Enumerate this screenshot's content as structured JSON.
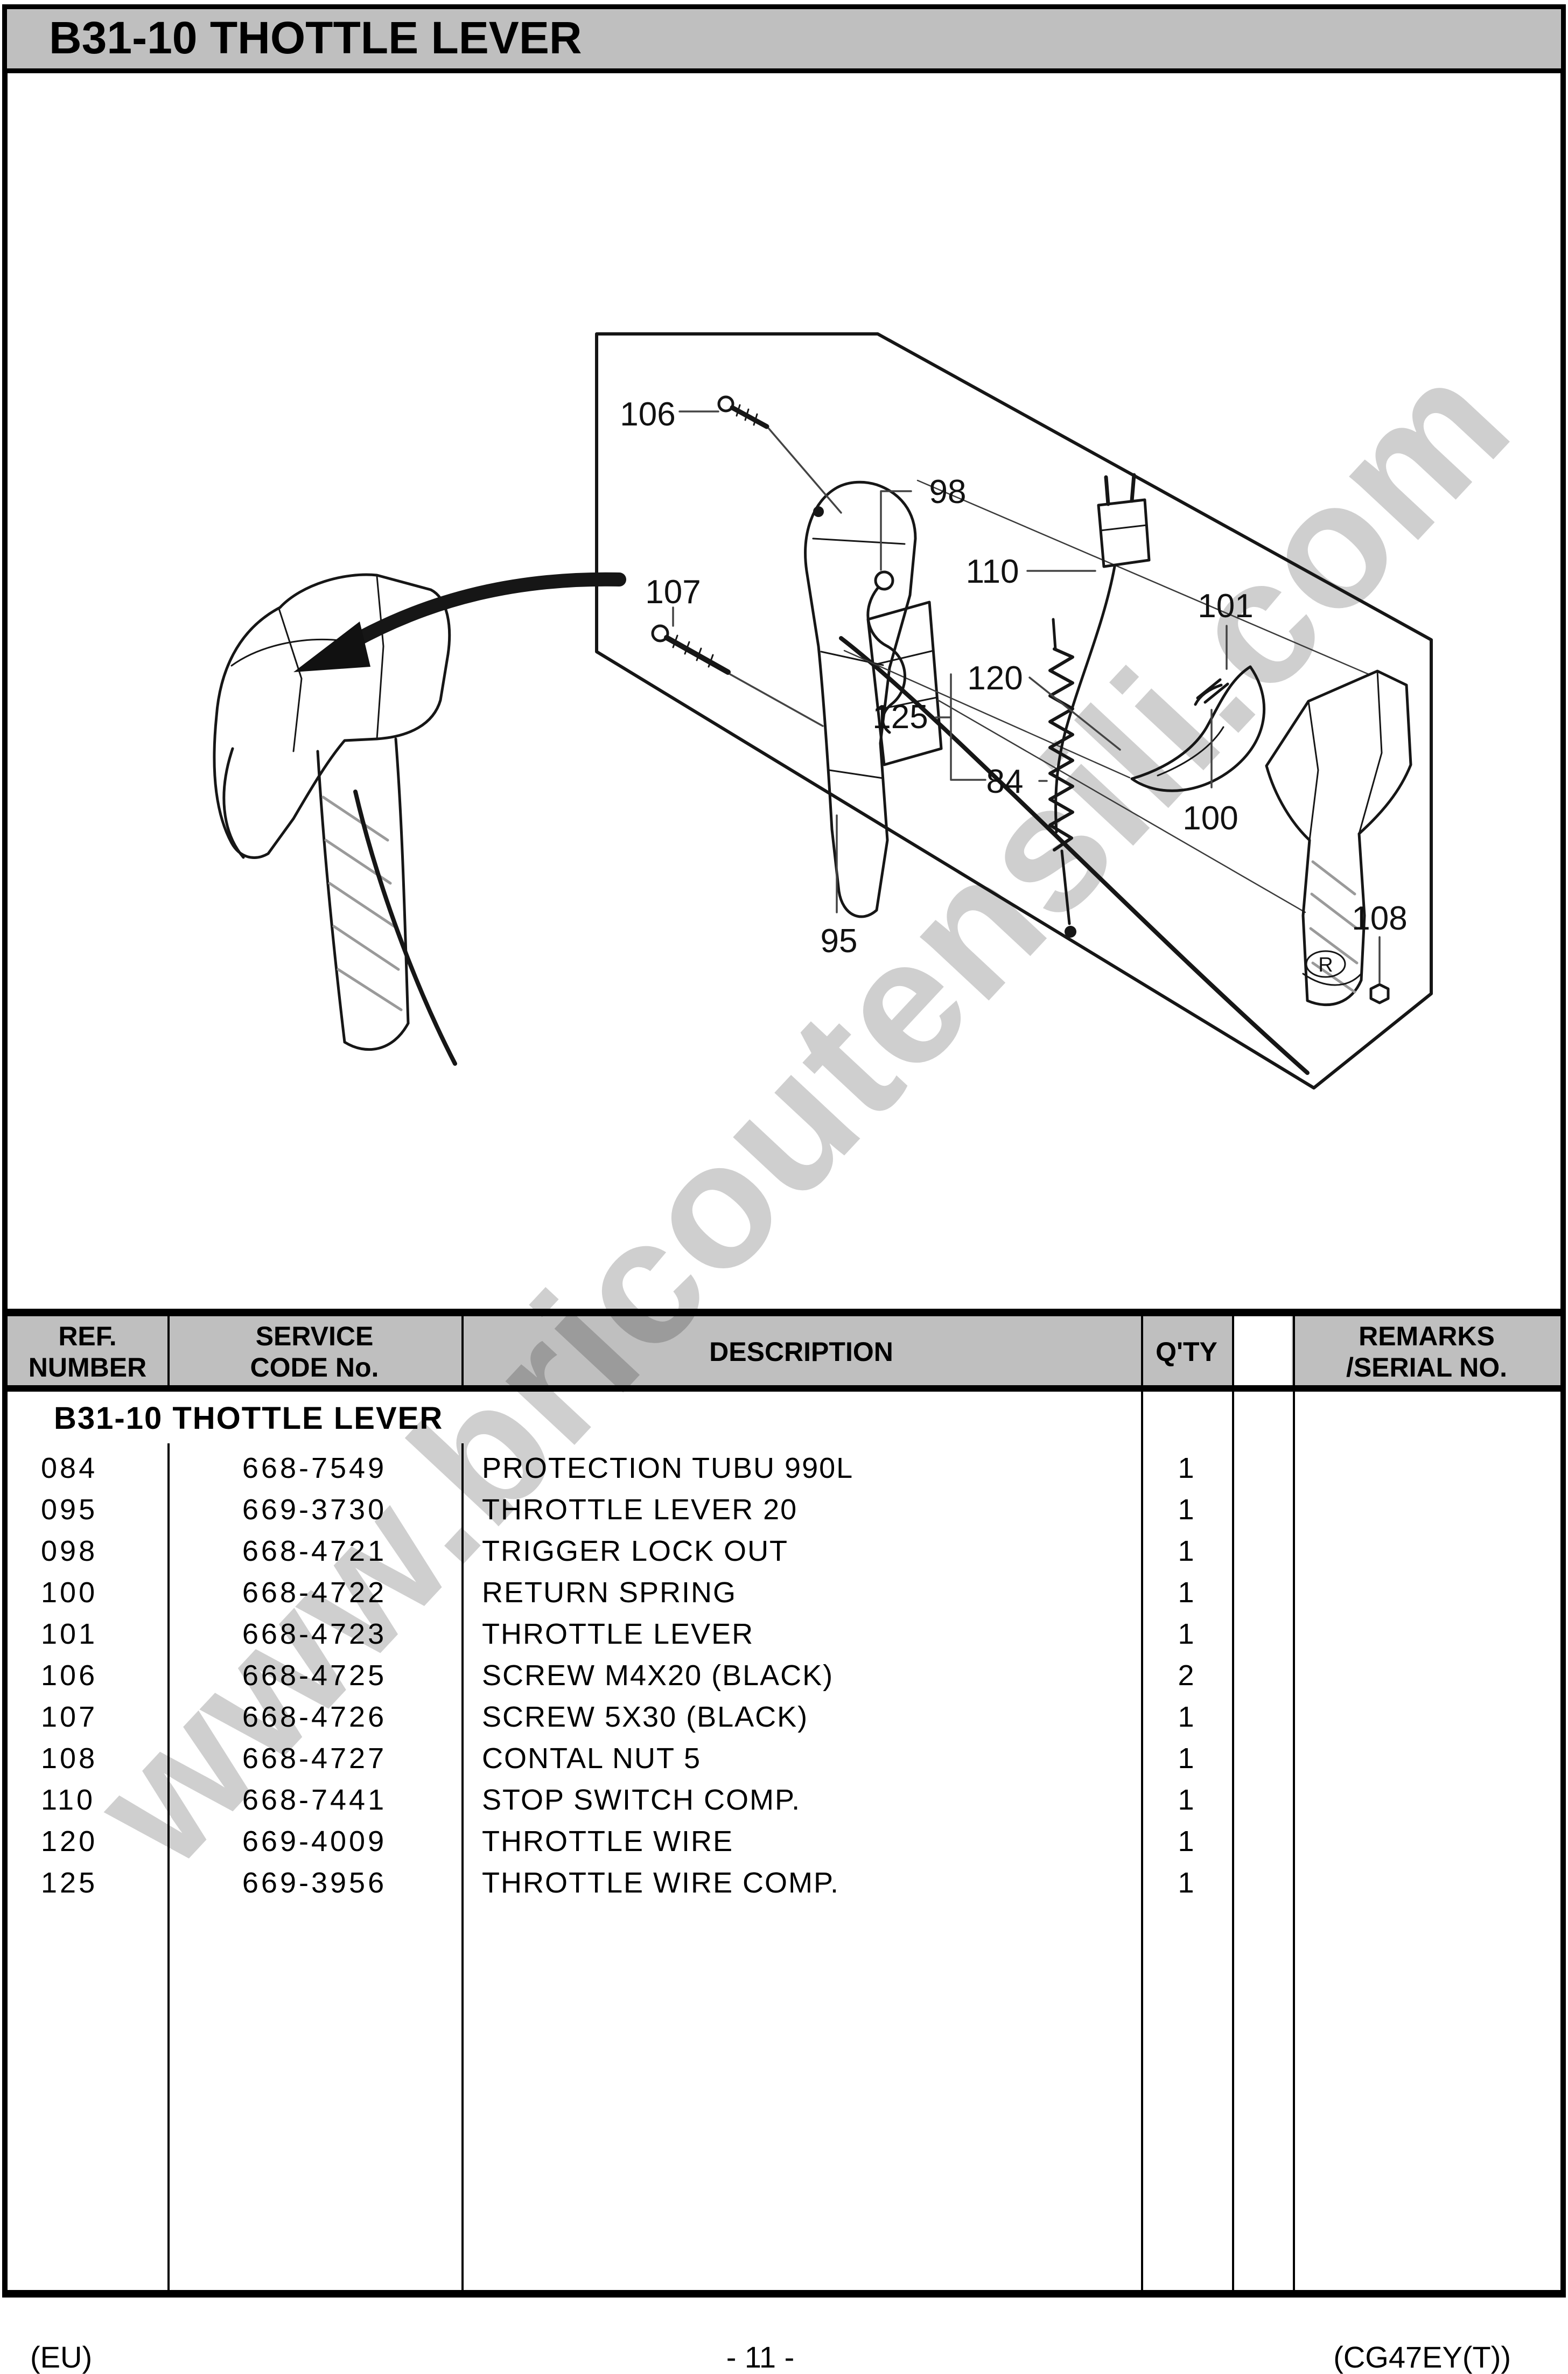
{
  "title": "B31-10 THOTTLE LEVER",
  "watermark": "www.bricoutensili.com",
  "diagram": {
    "labels": {
      "l84": "84",
      "l95": "95",
      "l98": "98",
      "l100": "100",
      "l101": "101",
      "l106": "106",
      "l107": "107",
      "l108": "108",
      "l110": "110",
      "l120": "120",
      "l125": "125",
      "r_mark": "R"
    }
  },
  "table": {
    "headers": {
      "ref_line1": "REF.",
      "ref_line2": "NUMBER",
      "service_line1": "SERVICE",
      "service_line2": "CODE No.",
      "description": "DESCRIPTION",
      "qty": "Q'TY",
      "remarks_line1": "REMARKS",
      "remarks_line2": "/SERIAL NO."
    },
    "section_heading": "B31-10 THOTTLE LEVER",
    "parts": [
      {
        "ref": "084",
        "code": "668-7549",
        "description": "PROTECTION TUBU 990L",
        "qty": "1"
      },
      {
        "ref": "095",
        "code": "669-3730",
        "description": "THROTTLE LEVER 20",
        "qty": "1"
      },
      {
        "ref": "098",
        "code": "668-4721",
        "description": "TRIGGER LOCK OUT",
        "qty": "1"
      },
      {
        "ref": "100",
        "code": "668-4722",
        "description": "RETURN SPRING",
        "qty": "1"
      },
      {
        "ref": "101",
        "code": "668-4723",
        "description": "THROTTLE LEVER",
        "qty": "1"
      },
      {
        "ref": "106",
        "code": "668-4725",
        "description": "SCREW M4X20 (BLACK)",
        "qty": "2"
      },
      {
        "ref": "107",
        "code": "668-4726",
        "description": "SCREW 5X30 (BLACK)",
        "qty": "1"
      },
      {
        "ref": "108",
        "code": "668-4727",
        "description": "CONTAL NUT 5",
        "qty": "1"
      },
      {
        "ref": "110",
        "code": "668-7441",
        "description": "STOP SWITCH COMP.",
        "qty": "1"
      },
      {
        "ref": "120",
        "code": "669-4009",
        "description": "THROTTLE WIRE",
        "qty": "1"
      },
      {
        "ref": "125",
        "code": "669-3956",
        "description": "THROTTLE WIRE COMP.",
        "qty": "1"
      }
    ]
  },
  "footer": {
    "left": "(EU)",
    "center": "- 11 -",
    "right": "(CG47EY(T))"
  },
  "colors": {
    "header_gray": "#bfbfbf",
    "border_black": "#000000",
    "watermark_gray": "#cfcfcf"
  }
}
